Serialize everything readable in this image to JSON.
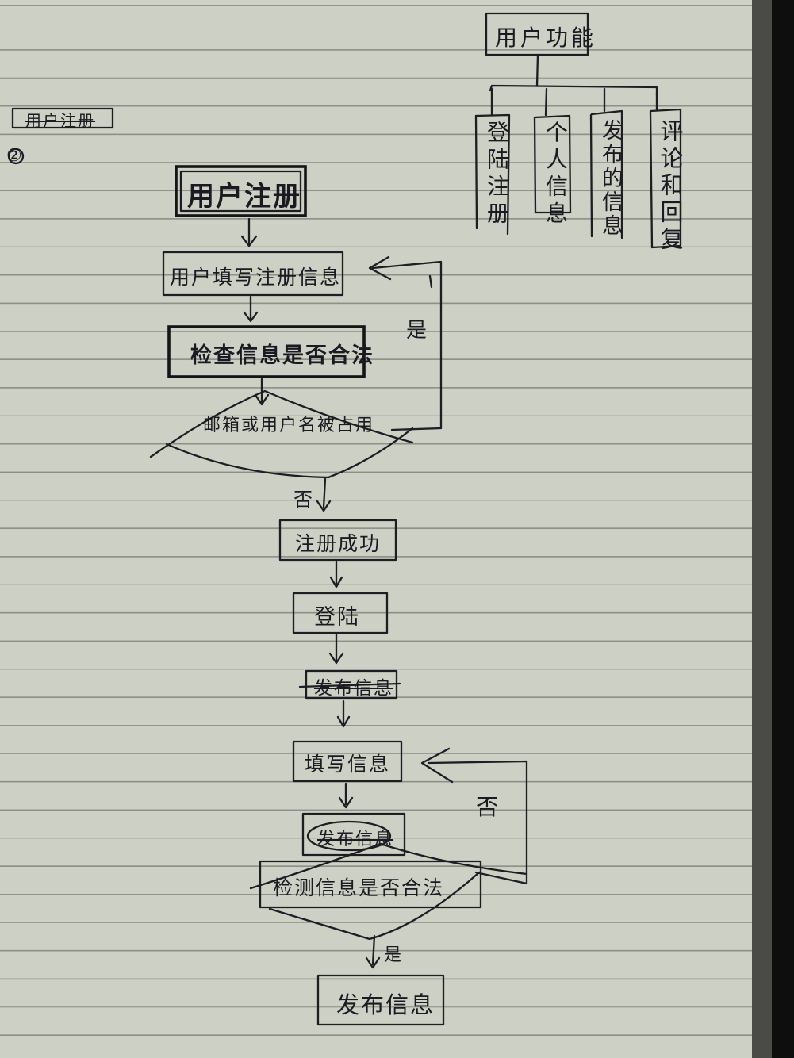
{
  "top_left": {
    "struck_heading": "用户注册",
    "number_mark": "②"
  },
  "structure": {
    "root": "用户功能",
    "children": [
      "登陆注册",
      "个人信息",
      "发布的信息",
      "评论和回复"
    ]
  },
  "flow": {
    "start": "用户注册",
    "fill_info": "用户填写注册信息",
    "check": "检查信息是否合法",
    "decision": "邮箱或用户名被占用",
    "yes": "是",
    "no": "否",
    "success": "注册成功",
    "login": "登陆",
    "struck_publish": "发布信息",
    "fill": "填写信息",
    "struck_publish2": "发布信息",
    "detect": "检测信息是否合法",
    "yes2": "是",
    "no2": "否",
    "publish": "发布信息"
  }
}
